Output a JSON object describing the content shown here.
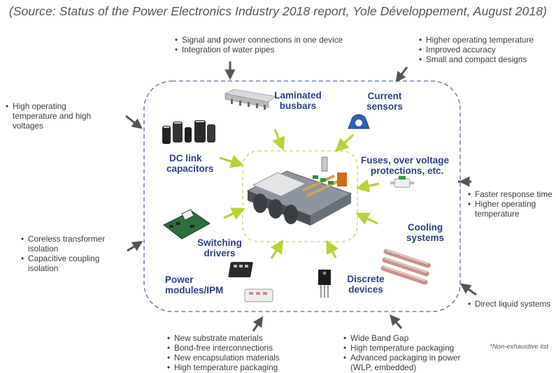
{
  "source": "(Source: Status of the Power Electronics Industry 2018 report, Yole Développement, August 2018)",
  "note": "*Non-exhaustive list",
  "components": {
    "laminated_busbars": [
      "Laminated",
      "busbars"
    ],
    "current_sensors": [
      "Current",
      "sensors"
    ],
    "dc_link": [
      "DC link",
      "capacitors"
    ],
    "fuses": [
      "Fuses, over voltage",
      "protections, etc."
    ],
    "cooling": [
      "Cooling",
      "systems"
    ],
    "switching": [
      "Switching",
      "drivers"
    ],
    "power_modules": [
      "Power",
      "modules/IPM"
    ],
    "discrete": [
      "Discrete",
      "devices"
    ]
  },
  "annotations": {
    "top_center": [
      "Signal and power connections in one device",
      "Integration of water pipes"
    ],
    "top_right": [
      "Higher operating temperature",
      "Improved accuracy",
      "Small and compact designs"
    ],
    "left_top": [
      "High operating",
      "temperature and high",
      "voltages"
    ],
    "left_bottom": [
      "Coreless transformer",
      "isolation",
      "Capacitive coupling",
      "isolation"
    ],
    "right_middle": [
      "Faster response time",
      "Higher operating",
      "temperature"
    ],
    "right_bottom": [
      "Direct liquid systems"
    ],
    "bottom_left": [
      "New substrate materials",
      "Bond-free interconnections",
      "New encapsulation materials",
      "High temperature packaging"
    ],
    "bottom_right": [
      "Wide Band Gap",
      "High temperature packaging",
      "Advanced packaging in power",
      "(WLP, embedded)"
    ]
  },
  "colors": {
    "dash_border": "#5a6aa8",
    "arrow_green": "#b5d334",
    "label_blue": "#2a3e8c",
    "arrow_gray": "#555555"
  }
}
